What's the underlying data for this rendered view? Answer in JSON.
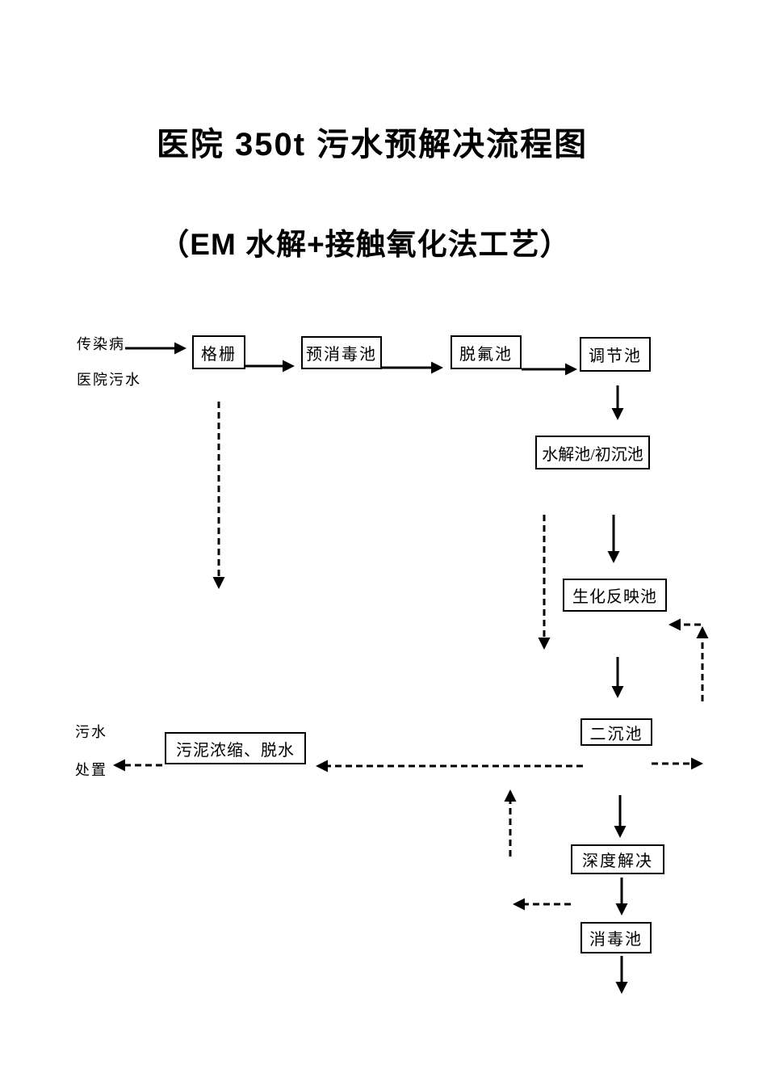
{
  "document": {
    "title": "医院 350t 污水预解决流程图",
    "subtitle": "（EM 水解+接触氧化法工艺）"
  },
  "colors": {
    "ink": "#000000",
    "paper": "#ffffff"
  },
  "flow": {
    "source_label": {
      "line1": "传染病",
      "line2": "医院污水"
    },
    "disposal_label": {
      "line1": "污水",
      "line2": "处置"
    },
    "nodes": [
      {
        "id": "bar-screen",
        "label": "格栅"
      },
      {
        "id": "pre-disinfection-tank",
        "label": "预消毒池"
      },
      {
        "id": "defluorination-tank",
        "label": "脱氟池"
      },
      {
        "id": "regulating-tank",
        "label": "调节池"
      },
      {
        "id": "hydrolysis-primary-sedimentation-tank",
        "label": "水解池/初沉池"
      },
      {
        "id": "biochemical-reaction-tank",
        "label": "生化反映池"
      },
      {
        "id": "secondary-sedimentation-tank",
        "label": "二沉池"
      },
      {
        "id": "sludge-thickening-dewatering",
        "label": "污泥浓缩、脱水"
      },
      {
        "id": "advanced-treatment",
        "label": "深度解决"
      },
      {
        "id": "disinfection-tank",
        "label": "消毒池"
      }
    ]
  }
}
